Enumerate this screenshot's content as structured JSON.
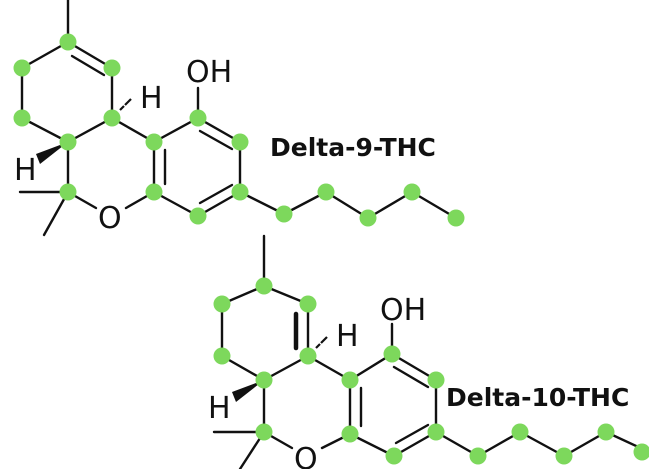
{
  "molecules": [
    {
      "name": "Delta-9-THC",
      "hydroxyl_label": "OH",
      "oxygen_label": "O",
      "h_top_label": "H",
      "h_left_label": "H"
    },
    {
      "name": "Delta-10-THC",
      "hydroxyl_label": "OH",
      "oxygen_label": "O",
      "h_top_label": "H",
      "h_left_label": "H"
    }
  ],
  "colors": {
    "atom_dot": "#7dd85c",
    "bond": "#111111",
    "background": "#ffffff"
  }
}
